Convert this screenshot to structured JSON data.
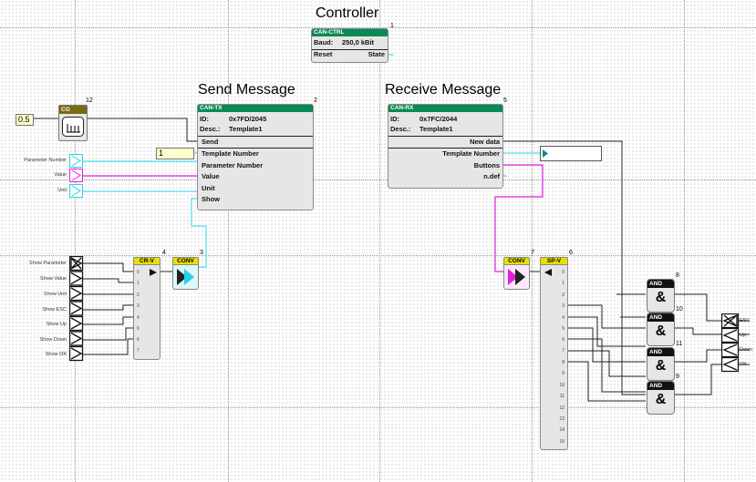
{
  "titles": {
    "controller": "Controller",
    "send": "Send Message",
    "receive": "Receive Message"
  },
  "controller_block": {
    "number": "1",
    "header": "CAN-CTRL",
    "baud_label": "Baud:",
    "baud_value": "250,0 kBit",
    "reset": "Reset",
    "state": "State"
  },
  "can_tx": {
    "number": "2",
    "header": "CAN-TX",
    "id_label": "ID:",
    "id_value": "0x7FD/2045",
    "desc_label": "Desc.:",
    "desc_value": "Template1",
    "inputs": [
      "Send",
      "Template Number",
      "Parameter Number",
      "Value",
      "Unit",
      "Show"
    ]
  },
  "can_rx": {
    "number": "5",
    "header": "CAN-RX",
    "id_label": "ID:",
    "id_value": "0x7FC/2044",
    "desc_label": "Desc.:",
    "desc_value": "Template1",
    "outputs": [
      "New data",
      "Template Number",
      "Buttons",
      "n.def"
    ]
  },
  "cg_block": {
    "number": "12",
    "header": "CG",
    "input_value": "0.5"
  },
  "template_const": "1",
  "tx_inputs": [
    "Parameter Number",
    "Value",
    "Unit"
  ],
  "show_inputs": [
    "Show Parameter",
    "Show Value",
    "Show Unit",
    "Show ESC",
    "Show Up",
    "Show Down",
    "Show OK"
  ],
  "cr_v": {
    "number": "4",
    "header": "CR-V",
    "pins": [
      "0",
      "1",
      "2",
      "3",
      "4",
      "5",
      "6",
      "7"
    ]
  },
  "conv_tx": {
    "number": "3",
    "header": "CONV"
  },
  "conv_rx": {
    "number": "7",
    "header": "CONV"
  },
  "sp_v": {
    "number": "6",
    "header": "SP-V",
    "pins": [
      "0",
      "1",
      "2",
      "3",
      "4",
      "5",
      "6",
      "7",
      "8",
      "9",
      "10",
      "11",
      "12",
      "13",
      "14",
      "15"
    ]
  },
  "and_gates": [
    {
      "number": "8",
      "label": "AND",
      "symbol": "&"
    },
    {
      "number": "10",
      "label": "AND",
      "symbol": "&"
    },
    {
      "number": "11",
      "label": "AND",
      "symbol": "&"
    },
    {
      "number": "9",
      "label": "AND",
      "symbol": "&"
    }
  ],
  "button_outputs": [
    "ESC",
    "Up",
    "Down",
    "OK"
  ],
  "colors": {
    "header_green": "#0a8a55",
    "wire_cyan": "#22d4e8",
    "wire_magenta": "#e020e0",
    "pill_yellow": "#e8e000"
  }
}
